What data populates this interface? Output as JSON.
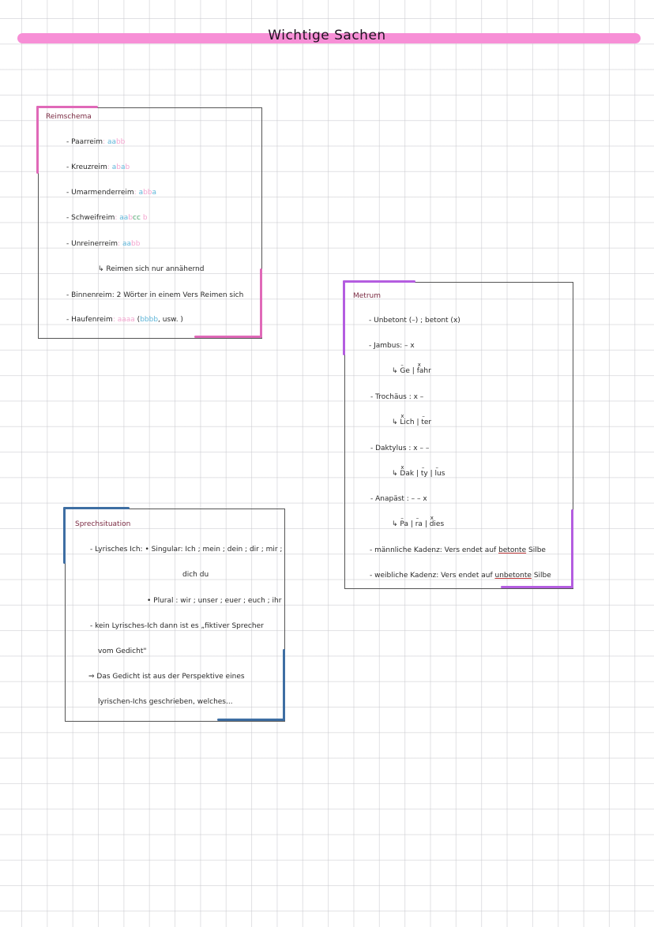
{
  "header": {
    "title": "Wichtige Sachen",
    "bar_color": "#f78fd6"
  },
  "reimschema": {
    "title": "Reimschema",
    "accent": "#e069b8",
    "items": [
      {
        "label": "- Paarreim",
        "sep": ":",
        "parts": [
          "aa",
          "bb"
        ]
      },
      {
        "label": "- Kreuzreim",
        "sep": ":",
        "parts": [
          "a",
          "b",
          "a",
          "b"
        ]
      },
      {
        "label": "- Umarmenderreim",
        "sep": ":",
        "parts": [
          "a",
          "bb",
          "a"
        ]
      },
      {
        "label": "- Schweifreim",
        "sep": ":",
        "parts": [
          "aa",
          "b",
          "cc",
          "b"
        ]
      },
      {
        "label": "- Unreinerreim",
        "sep": ":",
        "parts": [
          "aa",
          "bb"
        ]
      },
      {
        "note": "↳ Reimen sich nur annähernd"
      },
      {
        "label": "- Binnenreim",
        "sep": ":",
        "text": "2 Wörter in einem Vers Reimen sich"
      },
      {
        "label": "- Haufenreim",
        "sep": ":",
        "parts": [
          "aaaa"
        ],
        "paren_open": "(",
        "paren_blue": "bbbb",
        "paren_rest": ", usw. )"
      }
    ]
  },
  "metrum": {
    "title": "Metrum",
    "accent": "#b45de0",
    "items": [
      {
        "text": "- Unbetont (–) ; betont (x)"
      },
      {
        "text": "- Jambus: – x"
      },
      {
        "example": [
          "Ge",
          "fahr"
        ],
        "marks": [
          "–",
          "x"
        ]
      },
      {
        "text": "- Trochäus : x –"
      },
      {
        "example": [
          "Lich",
          "ter"
        ],
        "marks": [
          "x",
          "–"
        ]
      },
      {
        "text": "- Daktylus : x – –"
      },
      {
        "example": [
          "Dak",
          "ty",
          "lus"
        ],
        "marks": [
          "x",
          "–",
          "–"
        ]
      },
      {
        "text": "- Anapäst : – – x"
      },
      {
        "example": [
          "Pa",
          "ra",
          "dies"
        ],
        "marks": [
          "–",
          "–",
          "x"
        ]
      },
      {
        "pre": "- männliche Kadenz: Vers endet auf ",
        "under": "betonte",
        "post": " Silbe"
      },
      {
        "pre": "- weibliche Kadenz: Vers endet auf ",
        "under": "unbetonte",
        "post": " Silbe"
      }
    ]
  },
  "sprechsituation": {
    "title": "Sprechsituation",
    "accent": "#3e6ea3",
    "lines": [
      "- Lyrisches Ich: • Singular: Ich ; mein ; dein ; dir ; mir ;",
      "dich du",
      "• Plural : wir ; unser ; euer ; euch ; ihr",
      "- kein Lyrisches-Ich dann ist es „fiktiver Sprecher",
      "vom Gedicht\"",
      "⇒ Das Gedicht ist aus der Perspektive eines",
      "lyrischen-Ichs geschrieben, welches..."
    ]
  }
}
